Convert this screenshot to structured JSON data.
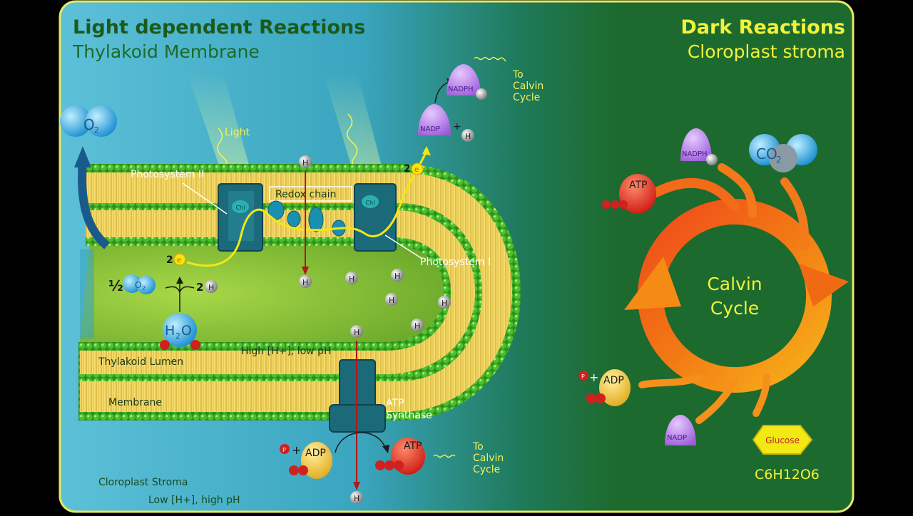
{
  "left_panel": {
    "title": "Light dependent Reactions",
    "subtitle": "Thylakoid Membrane"
  },
  "right_panel": {
    "title": "Dark Reactions",
    "subtitle": "Cloroplast stroma"
  },
  "labels": {
    "light": "Light",
    "photosystem_ii": "Photosystem II",
    "photosystem_i": "Photosystem I",
    "redox_chain": "Redox chain",
    "thylakoid_lumen": "Thylakoid Lumen",
    "lumen_condition": "High [H+], low pH",
    "membrane": "Membrane",
    "atp_synthase_1": "ATP",
    "atp_synthase_2": "Synthase",
    "stroma": "Cloroplast Stroma",
    "stroma_condition": "Low [H+], high pH",
    "to_calvin_1": "To",
    "to_calvin_2": "Calvin",
    "to_calvin_3": "Cycle",
    "half": "½",
    "two": "2",
    "plus": "+",
    "calvin_cycle_1": "Calvin",
    "calvin_cycle_2": "Cycle"
  },
  "molecules": {
    "o2": "O",
    "o2_sub": "2",
    "h2o_h": "H",
    "h2o_sub": "2",
    "h2o_o": "O",
    "h": "H",
    "plus_sup": "+",
    "electron": "e",
    "electron_sup": "-",
    "nadph": "NADPH",
    "nadp": "NADP",
    "atp": "ATP",
    "adp": "ADP",
    "p": "P",
    "co2": "CO",
    "co2_sub": "2",
    "glucose": "Glucose",
    "glucose_formula": "C6H12O6",
    "chl": "Chl"
  },
  "colors": {
    "background_left": "#4ab8d0",
    "background_right": "#1d6a2e",
    "lipid_head": "#3aa32a",
    "lipid_tail": "#f2d35a",
    "lumen": "#8fc83a",
    "protein": "#1a6a7a",
    "title_left": "#1d5a1a",
    "title_right": "#f2f23a",
    "cycle_orange": "#f07a1a"
  }
}
